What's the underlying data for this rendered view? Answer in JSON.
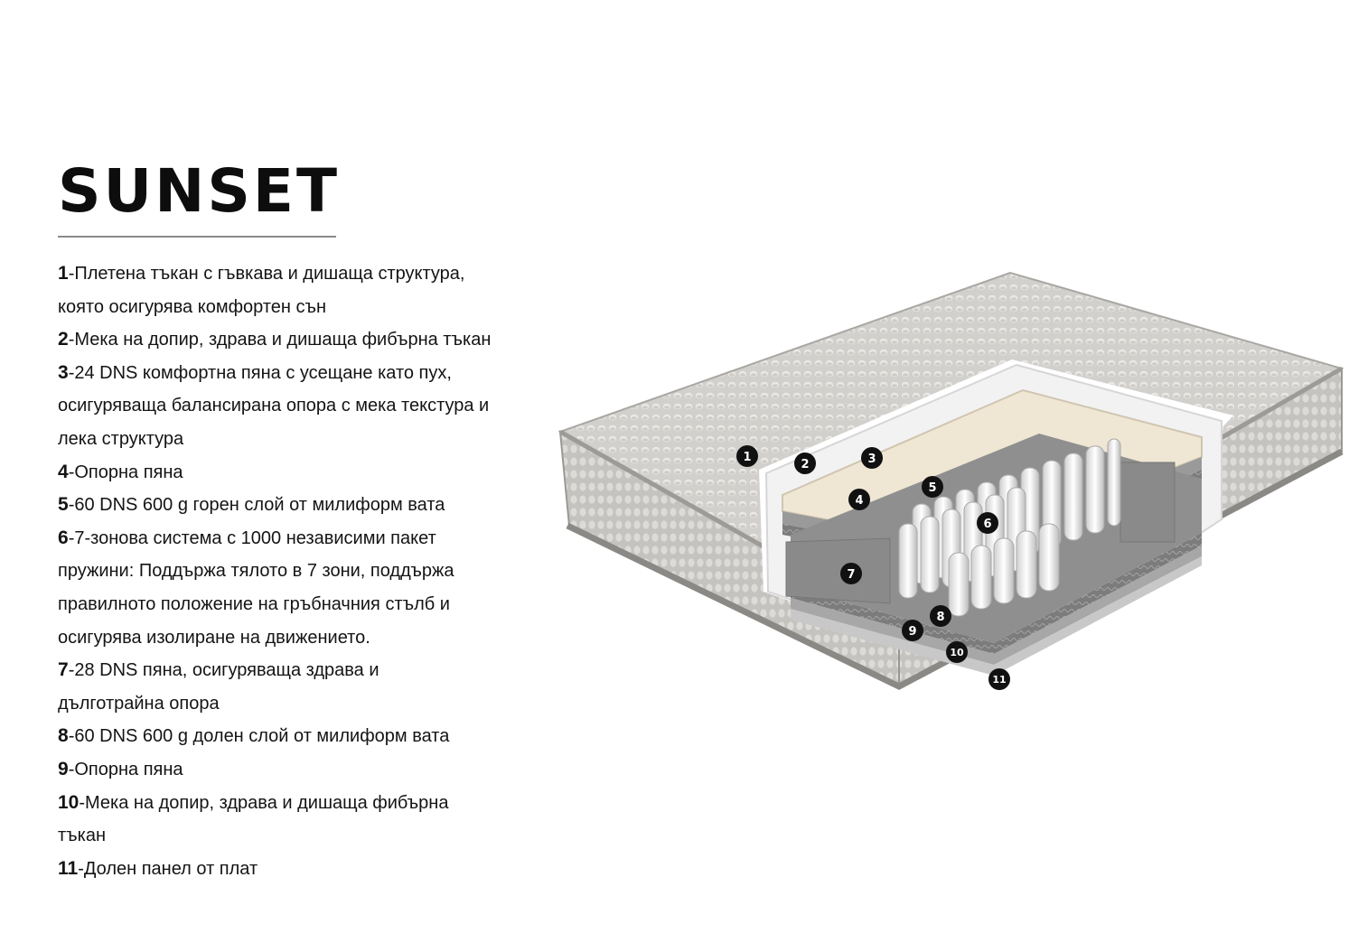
{
  "title": "SUNSET",
  "layers": [
    {
      "num": "1",
      "text": "-Плетена тъкан с гъвкава и дишаща структура,",
      "text2": "която осигурява комфортен сън"
    },
    {
      "num": "2",
      "text": "-Мека на допир, здрава и дишаща фибърна тъкан"
    },
    {
      "num": "3",
      "text": "-24 DNS комфортна пяна с усещане като пух,",
      "text2": "осигуряваща балансирана опора с мека текстура и",
      "text3": "лека структура"
    },
    {
      "num": "4",
      "text": "-Опорна пяна"
    },
    {
      "num": "5",
      "text": "-60 DNS 600 g горен слой от милиформ вата"
    },
    {
      "num": "6",
      "text": "-7-зонова система с 1000 независими пакет",
      "text2": "пружини: Поддържа тялото в 7 зони, поддържа",
      "text3": "правилното положение на гръбначния стълб и",
      "text4": "осигурява изолиране на движението."
    },
    {
      "num": "7",
      "text": "-28 DNS пяна, осигуряваща здрава и",
      "text2": "дълготрайна опора"
    },
    {
      "num": "8",
      "text": "-60 DNS 600 g долен слой от милиформ вата"
    },
    {
      "num": "9",
      "text": "-Опорна пяна"
    },
    {
      "num": "10",
      "text": "-Мека на допир, здрава и дишаща фибърна",
      "text2": "тъкан"
    },
    {
      "num": "11",
      "text": "-Долен панел от плат"
    }
  ],
  "markers": [
    "1",
    "2",
    "3",
    "4",
    "5",
    "6",
    "7",
    "8",
    "9",
    "10",
    "11"
  ],
  "colors": {
    "text": "#141414",
    "marker": "#111111",
    "fabric": "#cfcdc9",
    "foam_comfort": "#efe6d3",
    "foam_support": "#8f8f8f"
  }
}
